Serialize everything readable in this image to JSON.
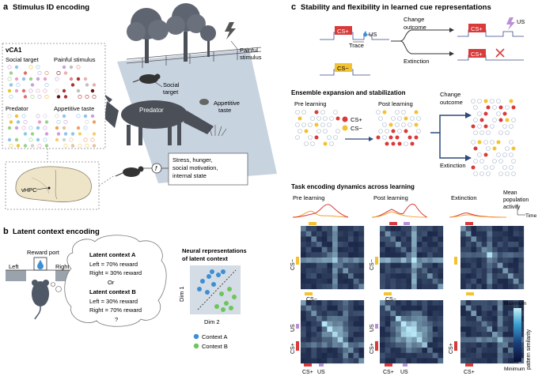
{
  "panel_a": {
    "letter": "a",
    "title": "Stimulus ID encoding",
    "vca1_label": "vCA1",
    "cells": [
      "Social target",
      "Painful stimulus",
      "Predator",
      "Appetitive taste"
    ],
    "vhpc_label": "vHPC",
    "scene_labels": {
      "painful": "Painful\nstimulus",
      "social": "Social\ntarget",
      "predator": "Predator",
      "appetitive": "Appetitive\ntaste"
    },
    "f_label": "f",
    "state_text": "Stress, hunger,\nsocial motivation,\ninternal state"
  },
  "panel_b": {
    "letter": "b",
    "title": "Latent context encoding",
    "reward_port": "Reward port",
    "left": "Left",
    "right": "Right",
    "bubble_lines": [
      "Latent context A",
      "Left = 70% reward",
      "Right = 30% reward",
      "Or",
      "Latent context B",
      "Left = 30% reward",
      "Right = 70% reward",
      "?"
    ],
    "neural_title": "Neural representations\nof latent context",
    "dim1": "Dim 1",
    "dim2": "Dim 2",
    "legend": [
      "Context A",
      "Context B"
    ],
    "colors": {
      "context_a": "#3a8fd6",
      "context_b": "#6cc65a"
    }
  },
  "panel_c": {
    "letter": "c",
    "title": "Stability and flexibility in learned cue representations",
    "csp": "CS+",
    "csm": "CS−",
    "us": "US",
    "trace": "Trace",
    "change_outcome": "Change\noutcome",
    "extinction": "Extinction",
    "ensemble_title": "Ensemble expansion and stabilization",
    "pre_learning": "Pre learning",
    "post_learning": "Post learning",
    "task_title": "Task encoding dynamics across learning",
    "mean_pop": "Mean\npopulation\nactivity",
    "time": "Time",
    "colorbar_max": "Maximum",
    "colorbar_min": "Minimum",
    "colorbar_label": "pattern similarity",
    "colors": {
      "csp": "#d93a3a",
      "csm": "#f2c230",
      "us": "#b98fd6"
    }
  }
}
